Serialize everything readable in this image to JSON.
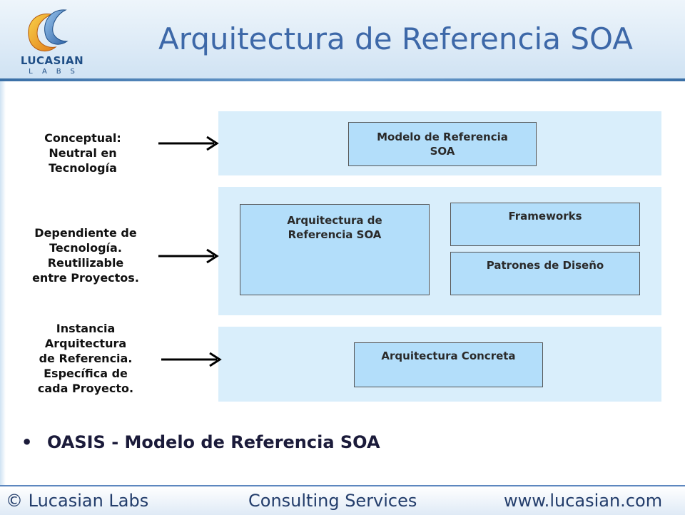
{
  "header": {
    "logo": {
      "name": "LUCASIAN",
      "sub": "LABS",
      "icon": "lucasian-logo-icon"
    },
    "title": "Arquitectura de Referencia SOA",
    "colors": {
      "title": "#3d68a8",
      "header_bg": "#cfe2f3",
      "accent": "#3a6fa6"
    }
  },
  "diagram": {
    "levels": [
      {
        "label": "Conceptual:\nNeutral en\nTecnología",
        "boxes": [
          {
            "label": "Modelo de Referencia\nSOA"
          }
        ]
      },
      {
        "label": "Dependiente de\nTecnología.\nReutilizable\nentre Proyectos.",
        "boxes": [
          {
            "label": "Arquitectura de\nReferencia SOA"
          },
          {
            "label": "Frameworks"
          },
          {
            "label": "Patrones de Diseño"
          }
        ]
      },
      {
        "label": "Instancia\nArquitectura\nde Referencia.\nEspecífica de\ncada Proyecto.",
        "boxes": [
          {
            "label": "Arquitectura Concreta"
          }
        ]
      }
    ],
    "colors": {
      "band": "#d9eefb",
      "box": "#b3defa",
      "arrow": "#000000"
    }
  },
  "bullets": [
    {
      "marker": "•",
      "text": "OASIS - Modelo de Referencia SOA"
    }
  ],
  "footer": {
    "copyright": "© Lucasian Labs",
    "service": "Consulting Services",
    "website": "www.lucasian.com"
  }
}
